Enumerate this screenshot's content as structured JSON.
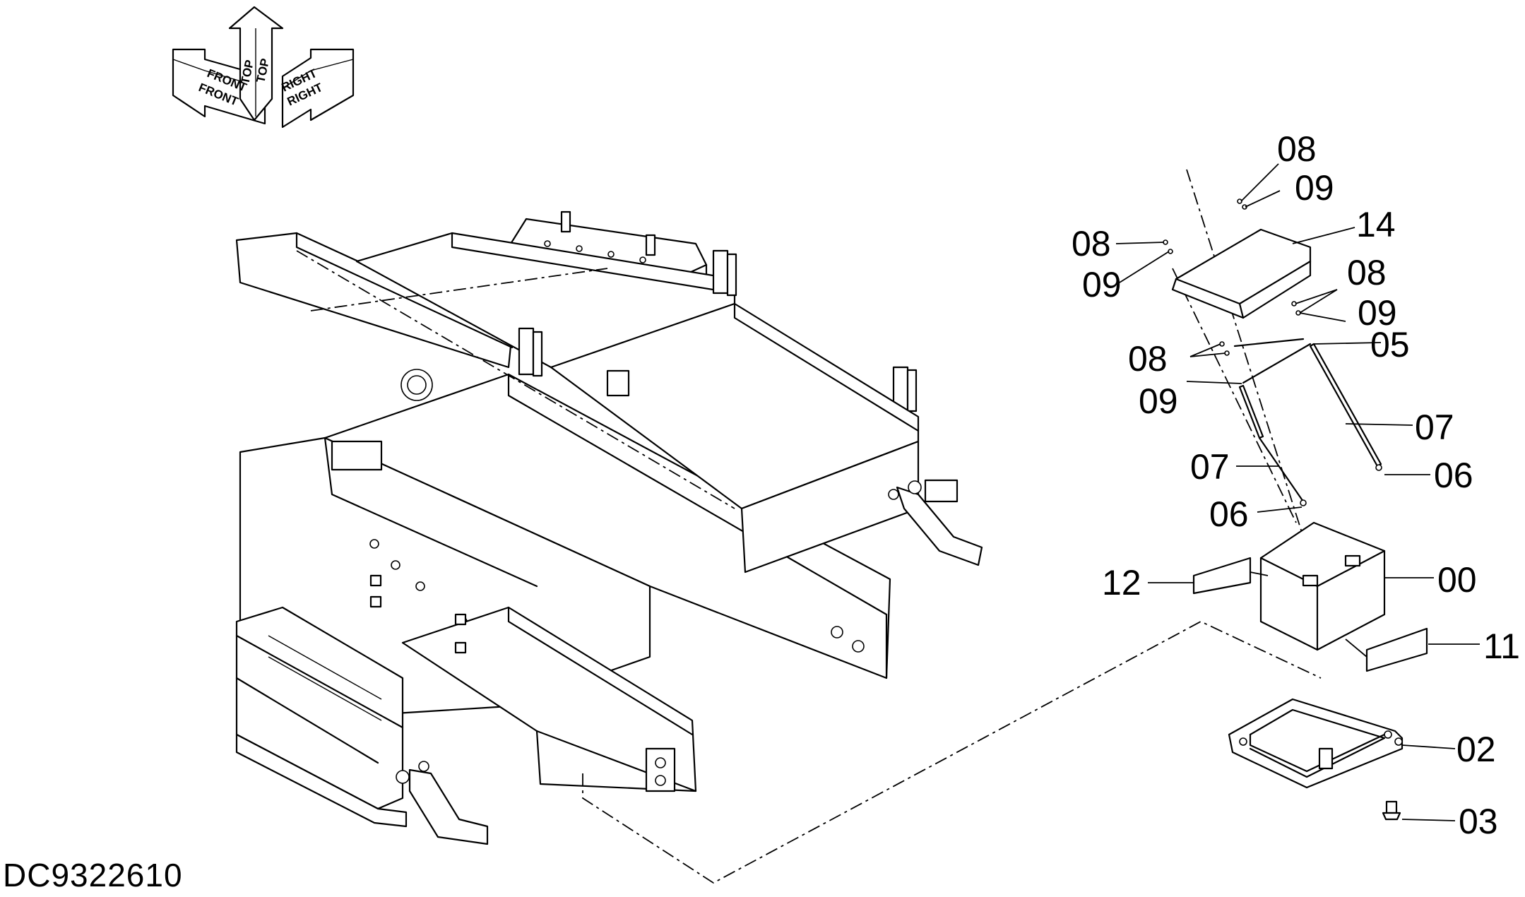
{
  "drawing_id": "DC9322610",
  "orientation_indicator": {
    "labels": [
      "FRONT",
      "FRONT",
      "TOP",
      "TOP",
      "RIGHT",
      "RIGHT"
    ]
  },
  "callouts": [
    {
      "id": "c08a",
      "label": "08"
    },
    {
      "id": "c09a",
      "label": "09"
    },
    {
      "id": "c14",
      "label": "14"
    },
    {
      "id": "c08b",
      "label": "08"
    },
    {
      "id": "c09b",
      "label": "09"
    },
    {
      "id": "c08c",
      "label": "08"
    },
    {
      "id": "c09c",
      "label": "09"
    },
    {
      "id": "c05",
      "label": "05"
    },
    {
      "id": "c08d",
      "label": "08"
    },
    {
      "id": "c09d",
      "label": "09"
    },
    {
      "id": "c07a",
      "label": "07"
    },
    {
      "id": "c07b",
      "label": "07"
    },
    {
      "id": "c06a",
      "label": "06"
    },
    {
      "id": "c06b",
      "label": "06"
    },
    {
      "id": "c12",
      "label": "12"
    },
    {
      "id": "c00",
      "label": "00"
    },
    {
      "id": "c11",
      "label": "11"
    },
    {
      "id": "c02",
      "label": "02"
    },
    {
      "id": "c03",
      "label": "03"
    }
  ]
}
